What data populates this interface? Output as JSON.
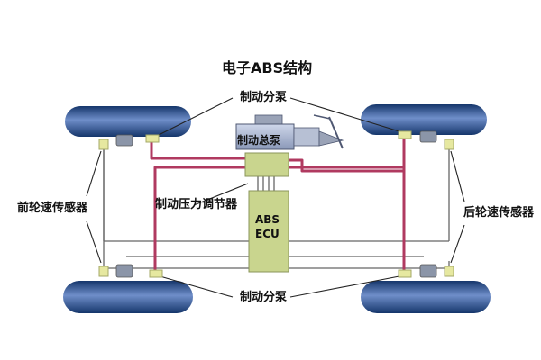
{
  "diagram": {
    "title": "电子ABS结构",
    "labels": {
      "brake_pump_top": "制动分泵",
      "master_cylinder": "制动总泵",
      "pressure_regulator": "制动压力调节器",
      "front_wheel_sensor": "前轮速传感器",
      "rear_wheel_sensor": "后轮速传感器",
      "brake_pump_bottom": "制动分泵",
      "abs_ecu_line1": "ABS",
      "abs_ecu_line2": "ECU"
    },
    "colors": {
      "brake_line": "#b03a60",
      "signal_line": "#666666",
      "tire_dark": "#15366b",
      "tire_light": "#6f8ec9",
      "ecu_box": "#c9d58e",
      "sensor_box": "#e6e8a0"
    }
  }
}
